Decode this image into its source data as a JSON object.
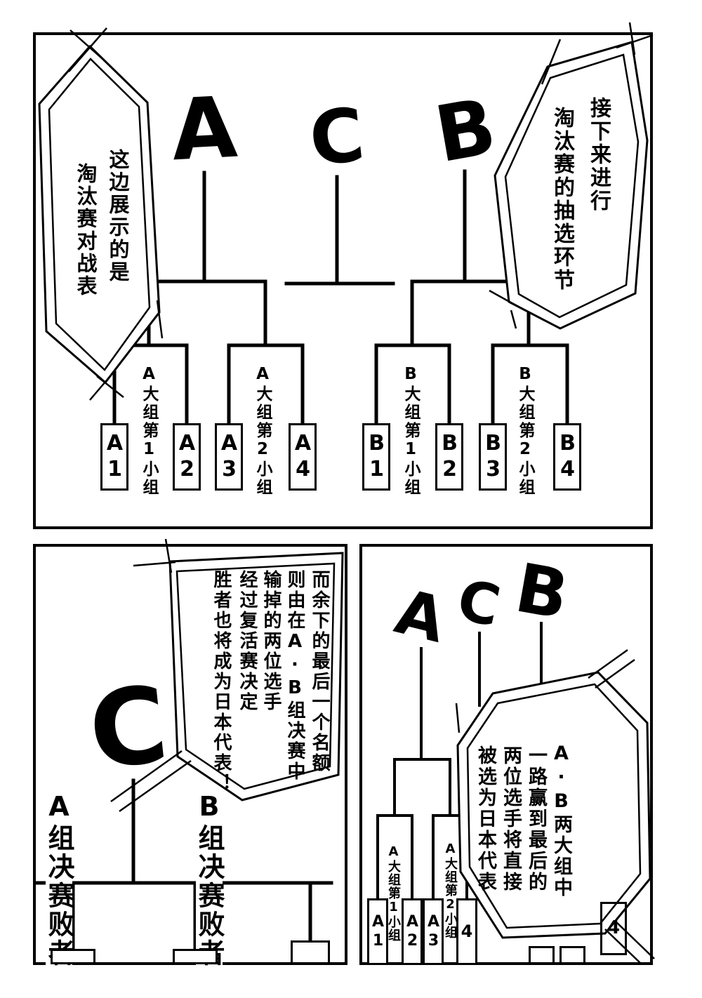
{
  "ink": "#000000",
  "paper": "#ffffff",
  "panel1": {
    "letter_a": "A",
    "letter_c": "C",
    "letter_b": "B",
    "bubble_left": {
      "col1": "这边展示的是",
      "col2": "淘汰赛对战表"
    },
    "bubble_right": {
      "col1": "接下来进行",
      "col2": "淘汰赛的抽选环节"
    },
    "group_labels": {
      "a1": "A大组第1小组",
      "a2": "A大组第2小组",
      "b1": "B大组第1小组",
      "b2": "B大组第2小组"
    },
    "boxes": {
      "a1": "A1",
      "a2": "A2",
      "a3": "A3",
      "a4": "A4",
      "b1": "B1",
      "b2": "B2",
      "b3": "B3",
      "b4": "B4"
    }
  },
  "panel2": {
    "letter_c": "C",
    "bubble": {
      "col1": "而余下的最后一个名额",
      "col2": "则由在A·B组决赛中",
      "col3": "输掉的两位选手",
      "col4": "经过复活赛决定",
      "col5": "胜者也将成为日本代表！"
    },
    "label_a_loser": "A组决赛败者",
    "label_b_loser": "B组决赛败者"
  },
  "panel3": {
    "letter_a": "A",
    "letter_c": "C",
    "letter_b": "B",
    "bubble": {
      "col1": "A·B两大组中",
      "col2": "一路赢到最后的",
      "col3": "两位选手将直接",
      "col4": "被选为日本代表"
    },
    "group_labels": {
      "a1": "A大组第1小组",
      "a2": "A大组第2小组"
    },
    "boxes": {
      "a1": "A1",
      "a2": "A2",
      "a3": "A3",
      "a4": "4",
      "b4": "4"
    }
  }
}
